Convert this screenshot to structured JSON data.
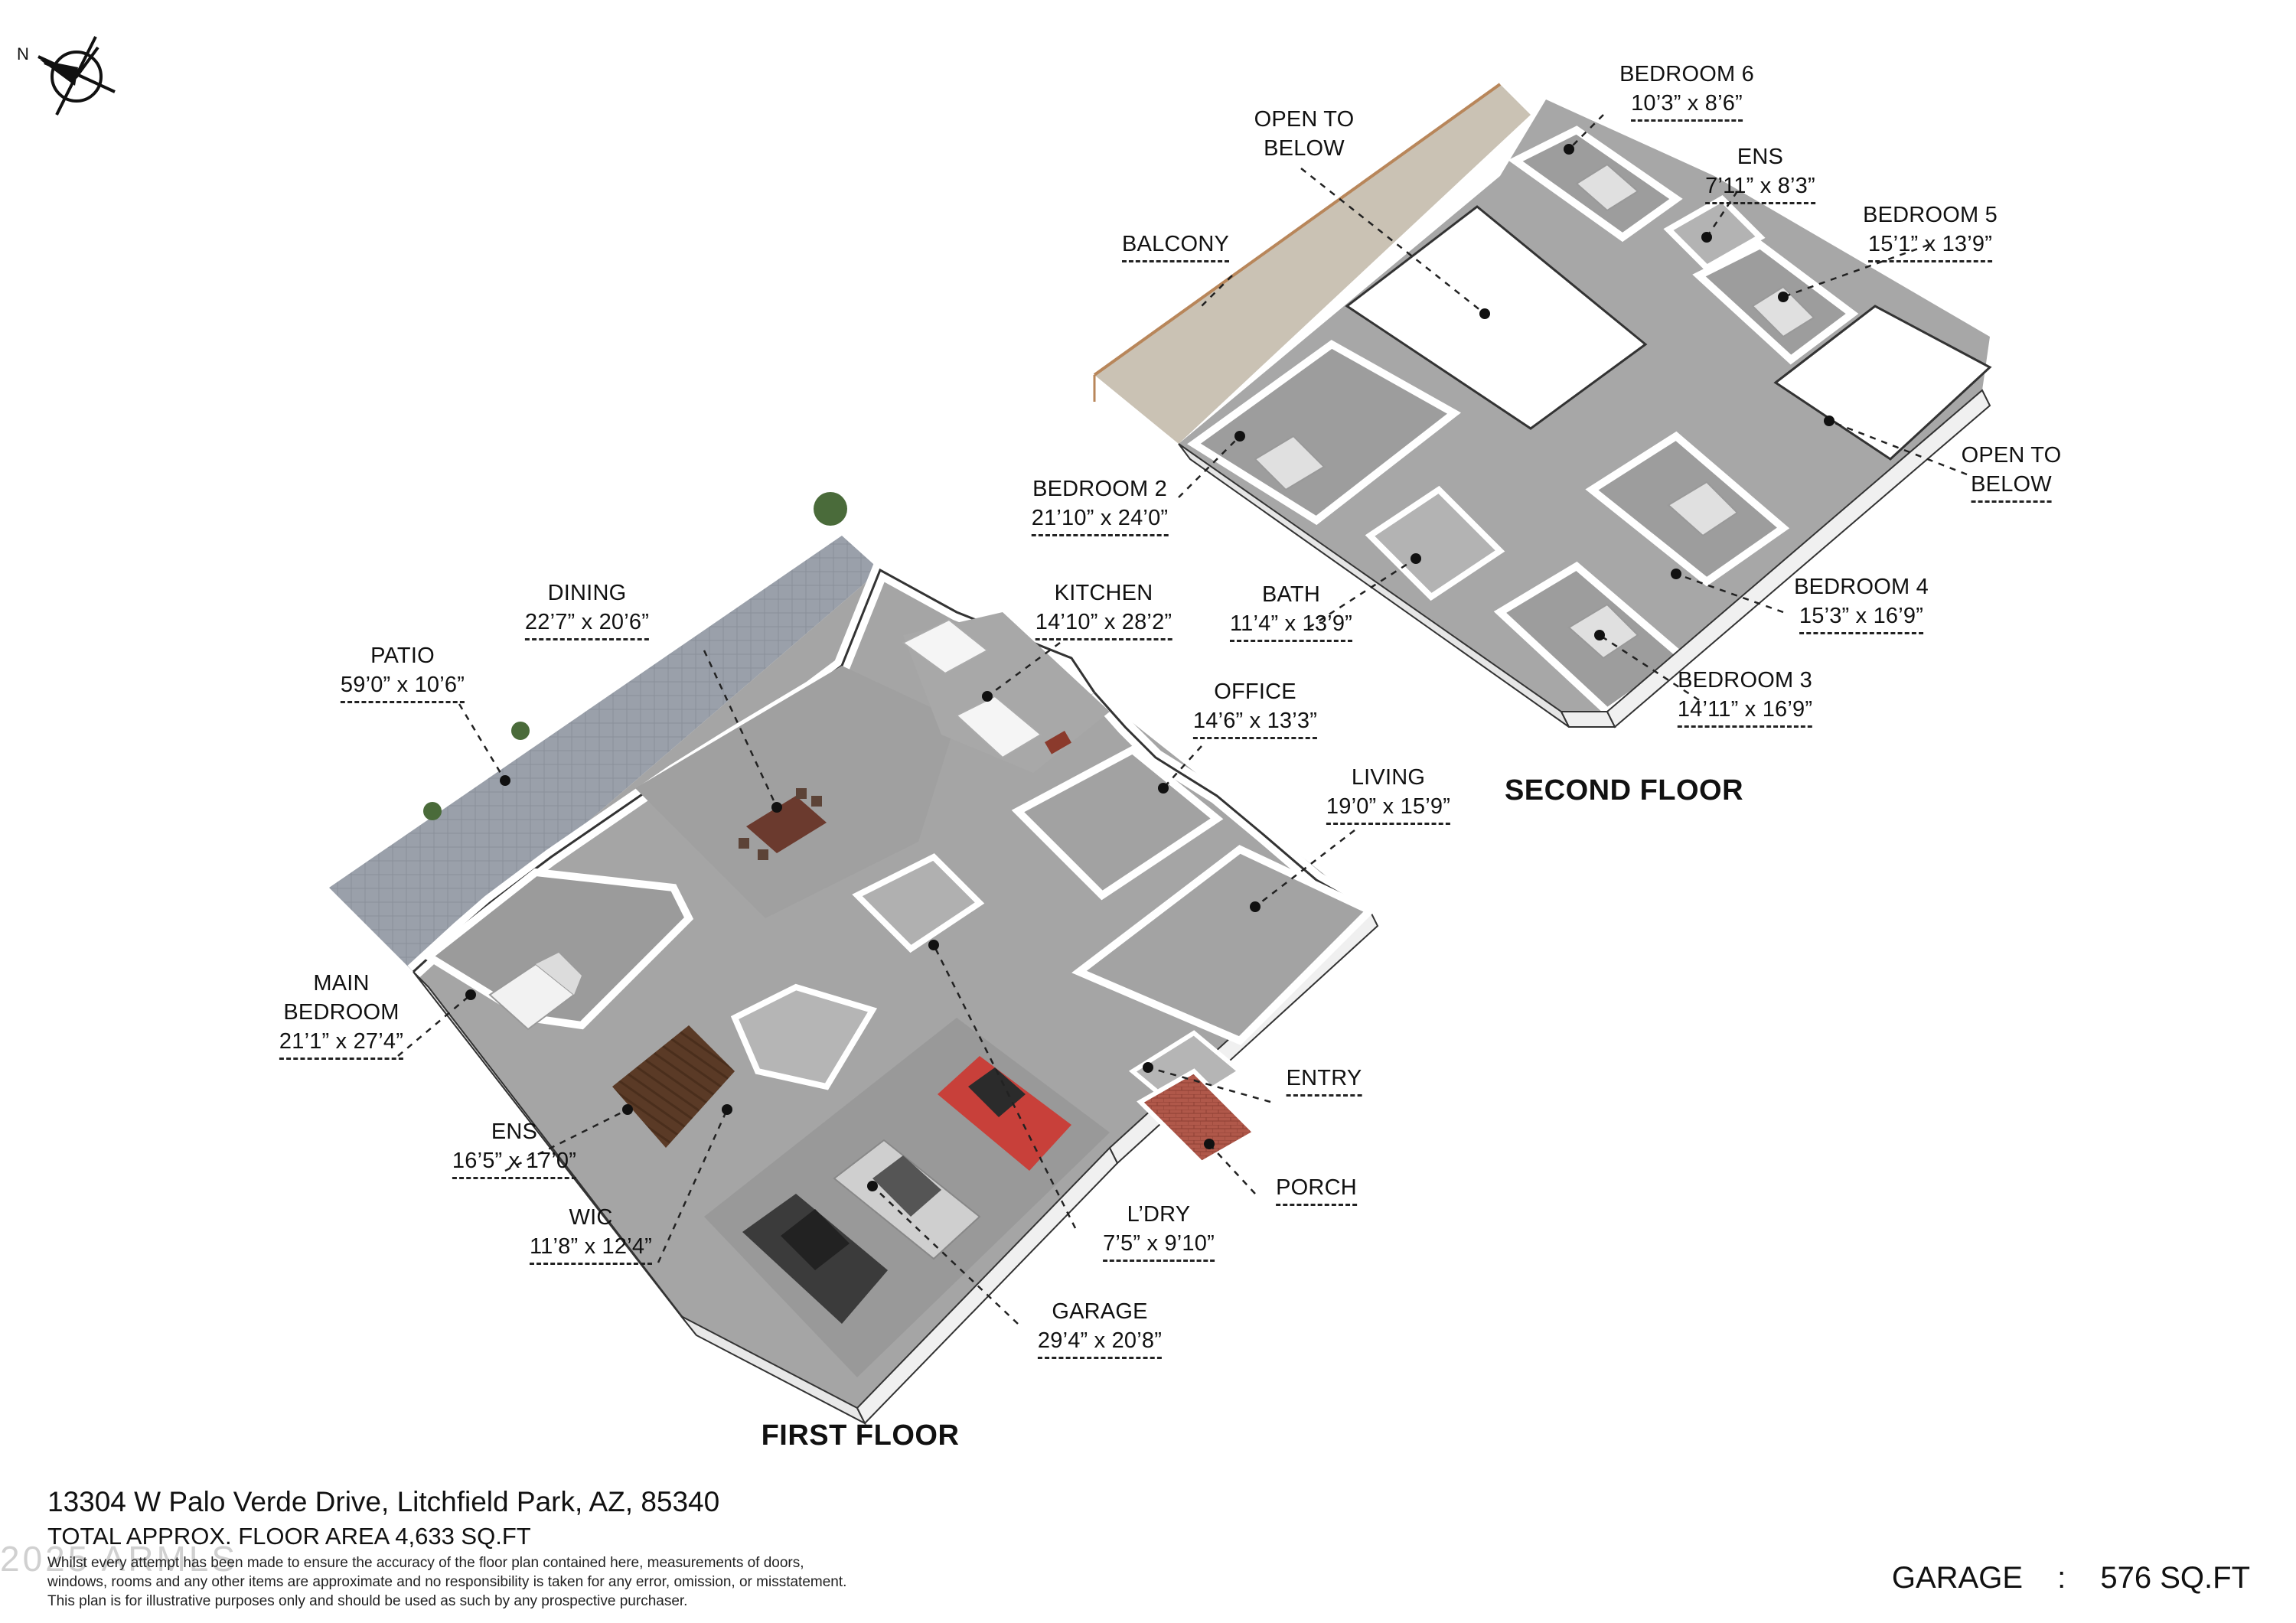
{
  "compass": {
    "north_label": "N",
    "icon": "compass-icon"
  },
  "floors": {
    "first": "FIRST FLOOR",
    "second": "SECOND FLOOR"
  },
  "rooms": {
    "bedroom6": {
      "name": "BEDROOM 6",
      "dim": "10’3” x 8’6”"
    },
    "open_below_1": {
      "name": "OPEN TO",
      "name2": "BELOW"
    },
    "ens_upper": {
      "name": "ENS",
      "dim": "7’11” x 8’3”"
    },
    "bedroom5": {
      "name": "BEDROOM 5",
      "dim": "15’1” x 13’9”"
    },
    "balcony": {
      "name": "BALCONY"
    },
    "open_below_2": {
      "name": "OPEN TO",
      "name2": "BELOW"
    },
    "bedroom2": {
      "name": "BEDROOM 2",
      "dim": "21’10” x 24’0”"
    },
    "bath": {
      "name": "BATH",
      "dim": "11’4” x 13’9”"
    },
    "bedroom4": {
      "name": "BEDROOM 4",
      "dim": "15’3” x 16’9”"
    },
    "bedroom3": {
      "name": "BEDROOM 3",
      "dim": "14’11” x 16’9”"
    },
    "dining": {
      "name": "DINING",
      "dim": "22’7” x 20’6”"
    },
    "kitchen": {
      "name": "KITCHEN",
      "dim": "14’10” x 28’2”"
    },
    "patio": {
      "name": "PATIO",
      "dim": "59’0” x 10’6”"
    },
    "office": {
      "name": "OFFICE",
      "dim": "14’6” x 13’3”"
    },
    "living": {
      "name": "LIVING",
      "dim": "19’0” x 15’9”"
    },
    "main_bedroom": {
      "name": "MAIN",
      "name2": "BEDROOM",
      "dim": "21’1” x 27’4”"
    },
    "entry": {
      "name": "ENTRY"
    },
    "ens_main": {
      "name": "ENS",
      "dim": "16’5” x 17’0”"
    },
    "porch": {
      "name": "PORCH"
    },
    "wic": {
      "name": "WIC",
      "dim": "11’8” x 12’4”"
    },
    "laundry": {
      "name": "L’DRY",
      "dim": "7’5” x 9’10”"
    },
    "garage": {
      "name": "GARAGE",
      "dim": "29’4” x 20’8”"
    }
  },
  "footer": {
    "address": "13304 W Palo Verde Drive, Litchfield Park, AZ, 85340",
    "total_area": "TOTAL APPROX. FLOOR AREA 4,633 SQ.FT",
    "disclaimer_1": "Whilst every attempt has been made to ensure the accuracy of the floor plan contained here, measurements of doors,",
    "disclaimer_2": "windows, rooms and any other items are approximate and no responsibility is taken for any error, omission, or misstatement.",
    "disclaimer_3": "This plan is for illustrative purposes only and should be used as such by any prospective purchaser.",
    "garage_label": "GARAGE",
    "garage_sep": ":",
    "garage_area": "576 SQ.FT",
    "watermark": "2025 ARMLS"
  },
  "colors": {
    "floor": "#a9a9a9",
    "floor_light": "#cfcfcf",
    "wall_top": "#ffffff",
    "wall_side": "#e6e6e6",
    "wall_edge": "#3a3a3a",
    "patio": "#9aa0aa",
    "car_red": "#c8403a",
    "car_silver": "#c9c9c9",
    "car_dark": "#3b3b3b",
    "wood": "#5a3a26",
    "railing": "#b8865a",
    "porch_brick": "#b0584a"
  }
}
